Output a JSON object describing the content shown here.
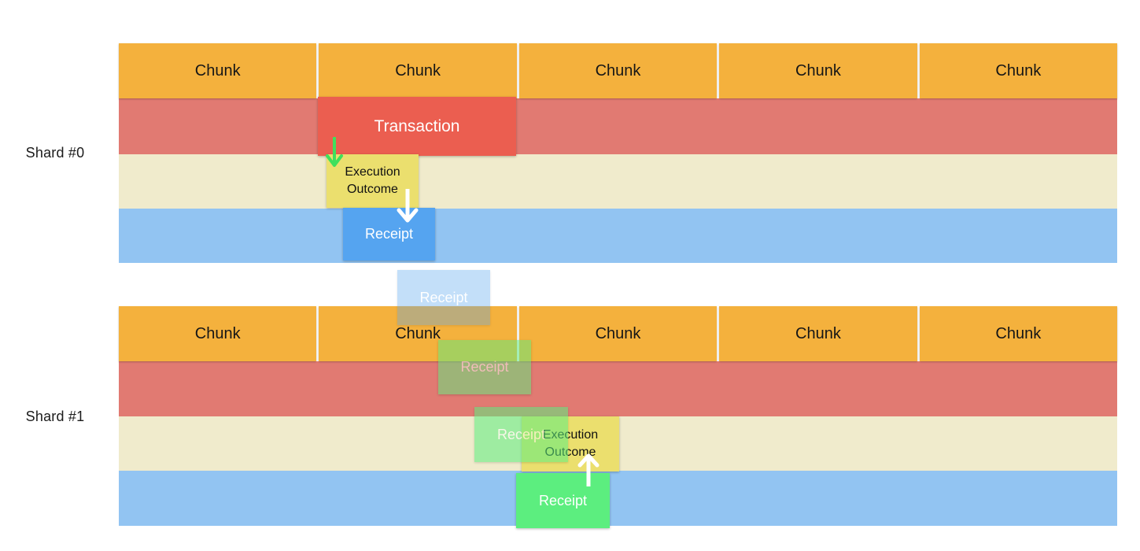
{
  "colors": {
    "chunk-orange": "#F4B13D",
    "band-red": "#E17A72",
    "band-cream": "#F0EBCC",
    "band-blue": "#92C4F2",
    "transaction-red": "#EB5E50",
    "outcome-yellow": "#EBDF6E",
    "receipt-blue": "#55A4F0",
    "receipt-green": "#5CEE7F",
    "arrow-green": "#3FE05C",
    "label-text": "#1B1B1B"
  },
  "shard0": {
    "label": "Shard #0",
    "chunks": [
      "Chunk",
      "Chunk",
      "Chunk",
      "Chunk",
      "Chunk"
    ],
    "transaction_label": "Transaction",
    "execution_outcome_label": "Execution Outcome",
    "receipt_label": "Receipt",
    "receipt_fading_label": "Receipt"
  },
  "shard1": {
    "label": "Shard #1",
    "chunks": [
      "Chunk",
      "Chunk",
      "Chunk",
      "Chunk",
      "Chunk"
    ],
    "receipt_fade_in_1_label": "Receipt",
    "receipt_fade_in_2_label": "Receipt",
    "execution_outcome_label": "Execution Outcome",
    "receipt_label": "Receipt"
  }
}
